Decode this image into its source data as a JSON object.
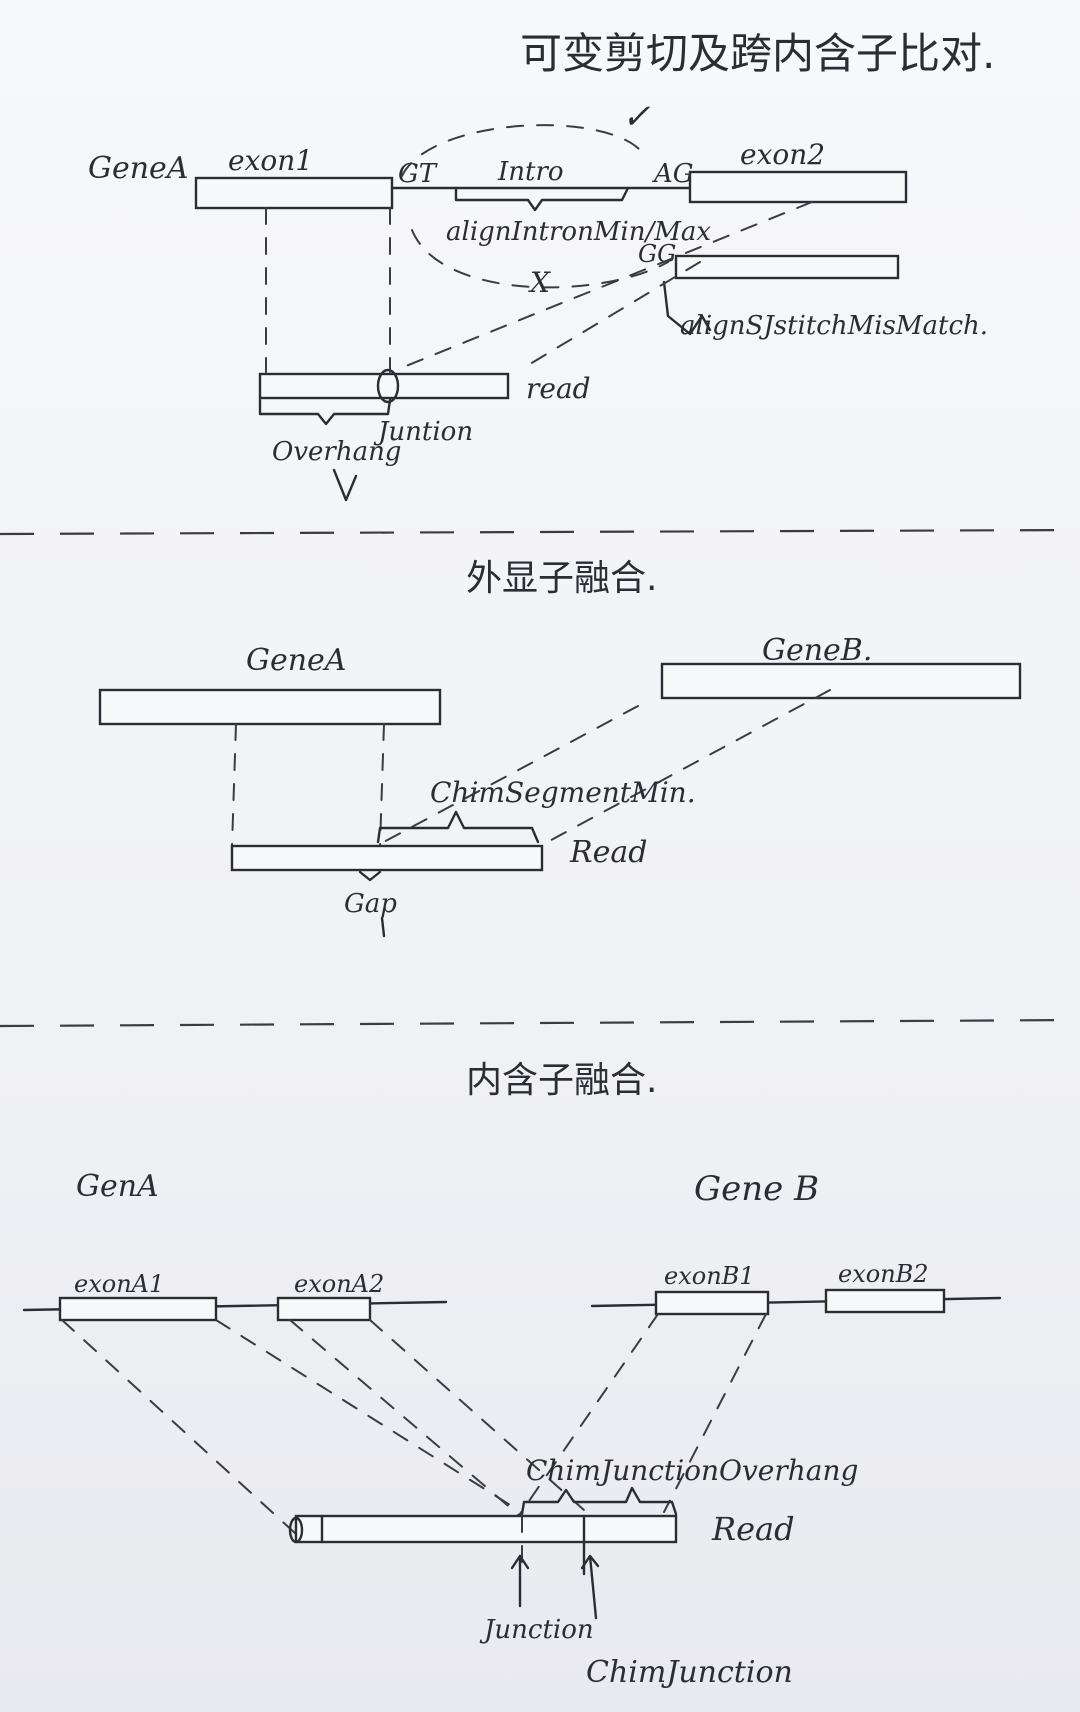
{
  "section1": {
    "title": "可变剪切及跨内含子比对.",
    "check_mark": "✓",
    "gene": "GeneA",
    "exon1": "exon1",
    "exon2": "exon2",
    "gt": "GT",
    "ag": "AG",
    "gg": "GG",
    "intron": "Intro",
    "intron_param": "alignIntronMin/Max",
    "cross_mark": "X",
    "stitch_param": "alignSJstitchMisMatch.",
    "read": "read",
    "overhang": "Overhang",
    "junction": "Juntion"
  },
  "section2": {
    "title": "外显子融合.",
    "gene_a": "GeneA",
    "gene_b": "GeneB.",
    "chim_segment": "ChimSegmentMin.",
    "read": "Read",
    "gap": "Gap"
  },
  "section3": {
    "title": "内含子融合.",
    "gene_a": "GenA",
    "gene_b": "Gene B",
    "exon_a1": "exonA1",
    "exon_a2": "exonA2",
    "exon_b1": "exonB1",
    "exon_b2": "exonB2",
    "chim_overhang": "ChimJunctionOverhang",
    "read": "Read",
    "junction": "Junction",
    "chim_junction": "ChimJunction"
  }
}
